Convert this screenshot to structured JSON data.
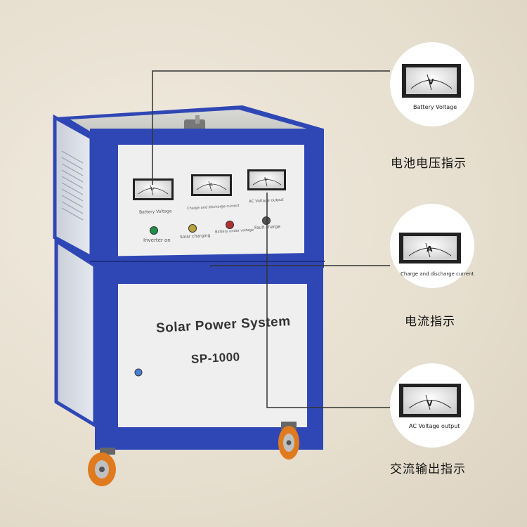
{
  "cabinet": {
    "brand_line": "Solar Power System",
    "model": "SP-1000",
    "colors": {
      "frame_blue": "#2f47b5",
      "panel": "#f2f2f2",
      "case_side": "#d9dde6"
    }
  },
  "front_panel": {
    "meters": [
      {
        "label": "Battery Voltage",
        "unit": "V"
      },
      {
        "label": "Charge and discharge current",
        "unit": "A"
      },
      {
        "label": "AC Voltage output",
        "unit": "V"
      }
    ],
    "indicators": [
      {
        "label": "Inverter on",
        "color": "#1f8f4a"
      },
      {
        "label": "Solar charging",
        "color": "#b9a33a"
      },
      {
        "label": "Battery under voltage",
        "color": "#b23030"
      },
      {
        "label": "Fault charge",
        "color": "#555555"
      }
    ]
  },
  "callouts": [
    {
      "zoom_label": "Battery Voltage",
      "unit": "V",
      "caption": "电池电压指示"
    },
    {
      "zoom_label": "Charge and discharge current",
      "unit": "A",
      "caption": "电流指示"
    },
    {
      "zoom_label": "AC Voltage output",
      "unit": "V",
      "caption": "交流输出指示"
    }
  ]
}
